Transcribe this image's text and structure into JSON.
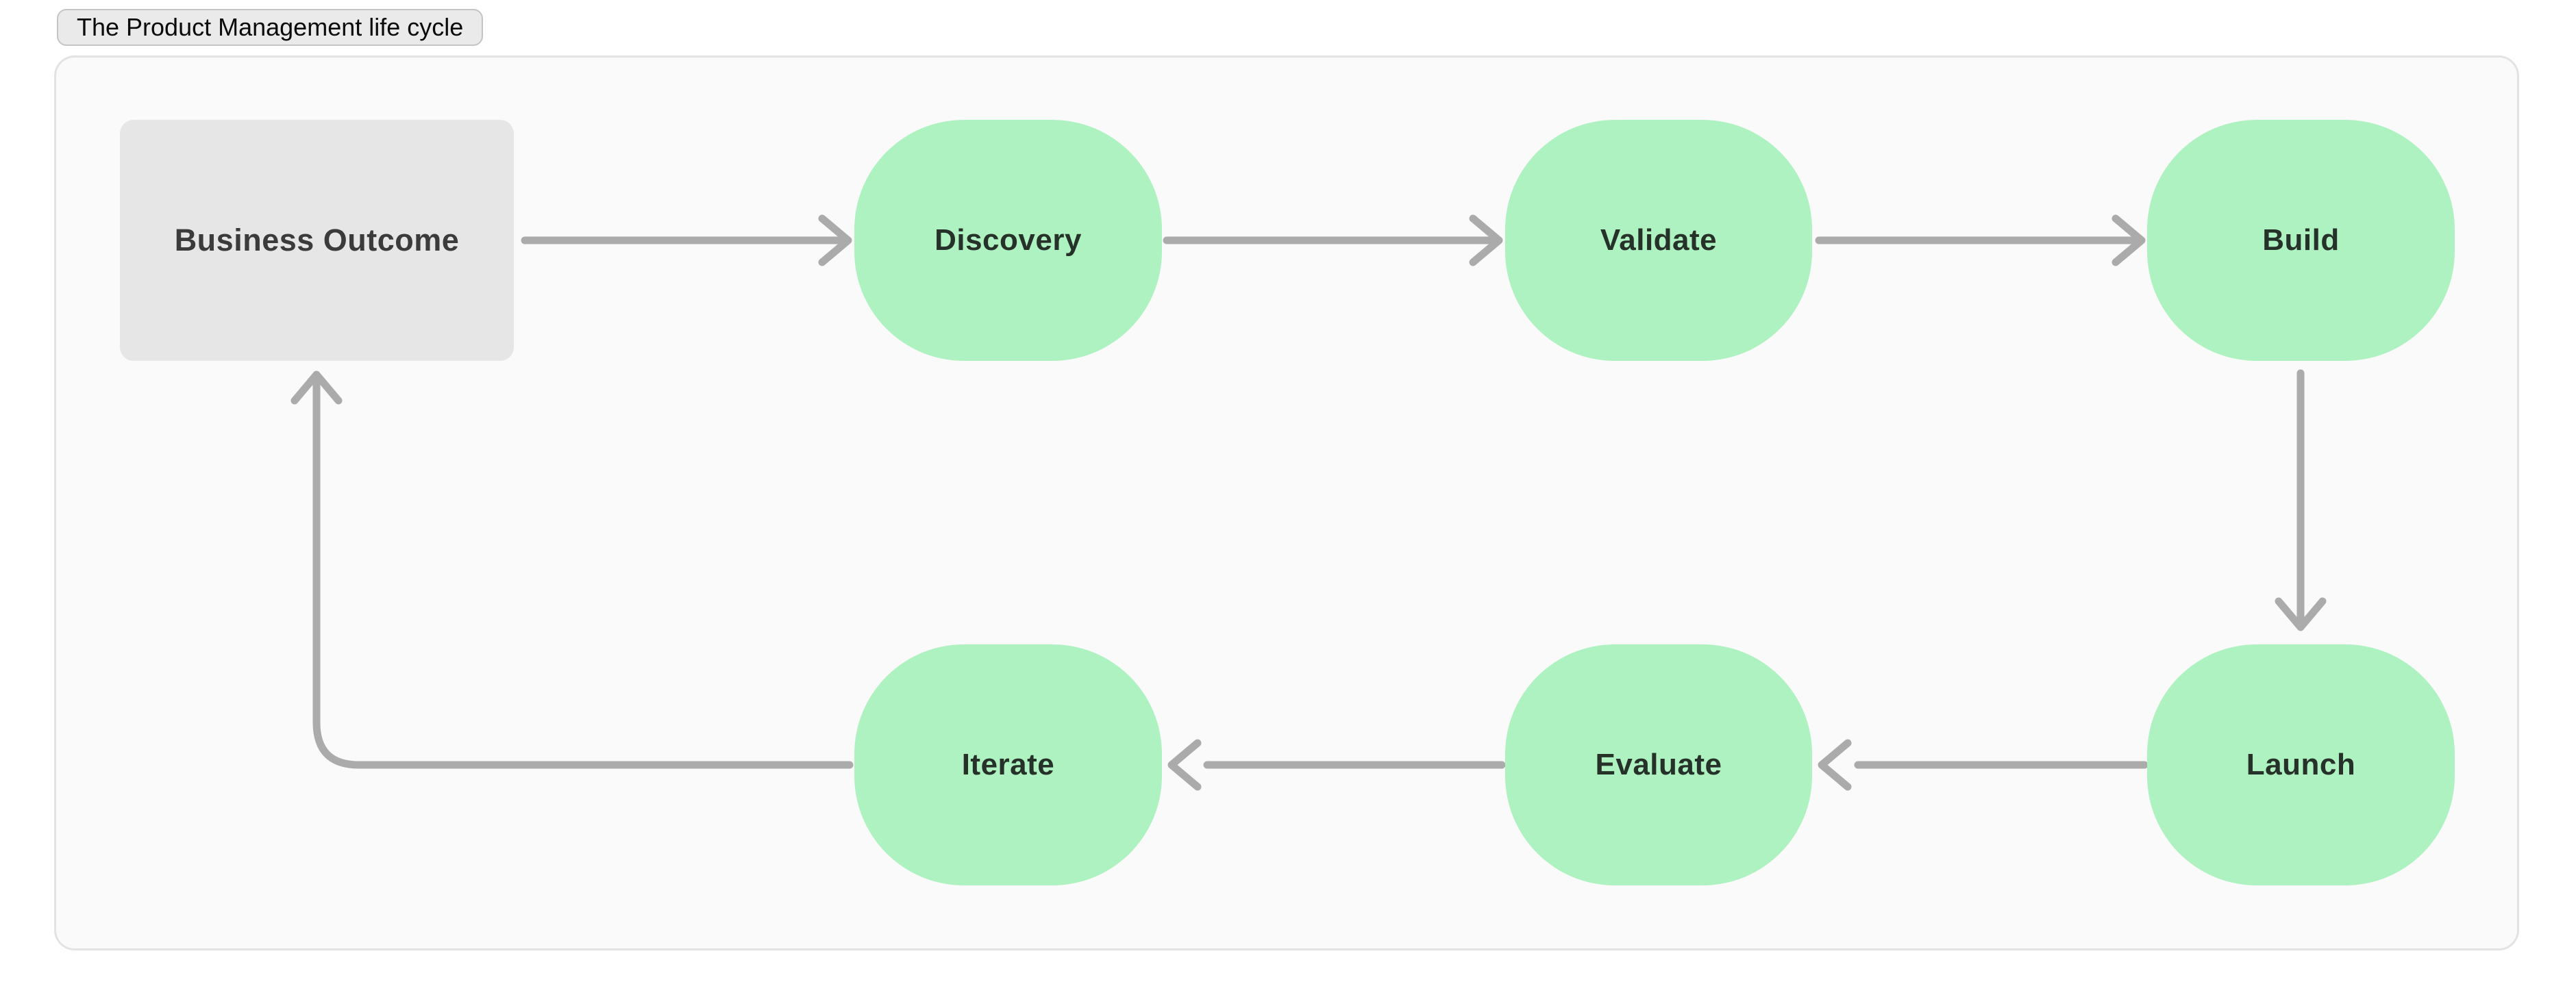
{
  "title": "The Product Management life cycle",
  "diagram": {
    "nodes": {
      "business_outcome": {
        "label": "Business Outcome",
        "shape": "rectangle",
        "fill": "#E6E6E6"
      },
      "discovery": {
        "label": "Discovery",
        "shape": "squircle",
        "fill": "#AFF2C2"
      },
      "validate": {
        "label": "Validate",
        "shape": "squircle",
        "fill": "#AFF2C2"
      },
      "build": {
        "label": "Build",
        "shape": "squircle",
        "fill": "#AFF2C2"
      },
      "launch": {
        "label": "Launch",
        "shape": "squircle",
        "fill": "#AFF2C2"
      },
      "evaluate": {
        "label": "Evaluate",
        "shape": "squircle",
        "fill": "#AFF2C2"
      },
      "iterate": {
        "label": "Iterate",
        "shape": "squircle",
        "fill": "#AFF2C2"
      }
    },
    "edges": [
      {
        "from": "Business Outcome",
        "to": "Discovery"
      },
      {
        "from": "Discovery",
        "to": "Validate"
      },
      {
        "from": "Validate",
        "to": "Build"
      },
      {
        "from": "Build",
        "to": "Launch"
      },
      {
        "from": "Launch",
        "to": "Evaluate"
      },
      {
        "from": "Evaluate",
        "to": "Iterate"
      },
      {
        "from": "Iterate",
        "to": "Business Outcome"
      }
    ],
    "colors": {
      "node_green": "#AFF2C2",
      "node_gray": "#E6E6E6",
      "arrow": "#ABABAB",
      "canvas_background": "#FAFAFA",
      "page_background": "#FFFFFF",
      "node_text": "#263229",
      "rect_text": "#3B3B3B",
      "title_text": "#0B0B0B"
    }
  }
}
